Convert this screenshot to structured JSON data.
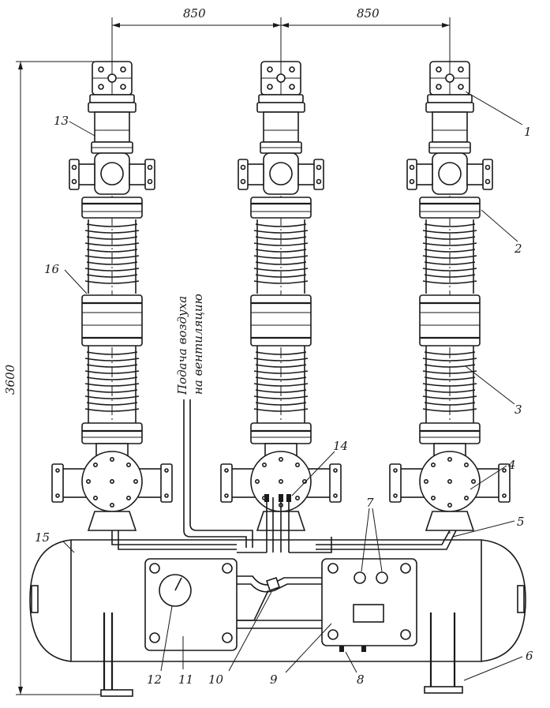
{
  "dimensions": {
    "spacing_left": "850",
    "spacing_right": "850",
    "height": "3600"
  },
  "note": {
    "line1": "Подача воздуха",
    "line2": "на вентиляцию"
  },
  "callouts": [
    "1",
    "2",
    "3",
    "4",
    "5",
    "6",
    "7",
    "8",
    "9",
    "10",
    "11",
    "12",
    "13",
    "14",
    "15",
    "16"
  ]
}
